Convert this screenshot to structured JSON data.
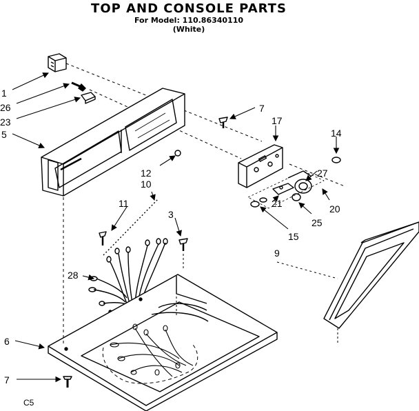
{
  "header": {
    "title": "TOP AND CONSOLE PARTS",
    "model_line": "For Model: 110.86340110",
    "color_line": "(White)"
  },
  "callouts": [
    {
      "id": "c1",
      "label": "1"
    },
    {
      "id": "c26",
      "label": "26"
    },
    {
      "id": "c23",
      "label": "23"
    },
    {
      "id": "c5",
      "label": "5"
    },
    {
      "id": "c7a",
      "label": "7"
    },
    {
      "id": "c17",
      "label": "17"
    },
    {
      "id": "c14",
      "label": "14"
    },
    {
      "id": "c12",
      "label": "12"
    },
    {
      "id": "c10",
      "label": "10"
    },
    {
      "id": "c27",
      "label": "27"
    },
    {
      "id": "c11",
      "label": "11"
    },
    {
      "id": "c3",
      "label": "3"
    },
    {
      "id": "c21",
      "label": "21"
    },
    {
      "id": "c20",
      "label": "20"
    },
    {
      "id": "c25",
      "label": "25"
    },
    {
      "id": "c15",
      "label": "15"
    },
    {
      "id": "c9",
      "label": "9"
    },
    {
      "id": "c28",
      "label": "28"
    },
    {
      "id": "c6",
      "label": "6"
    },
    {
      "id": "c7b",
      "label": "7"
    }
  ],
  "footer_code": "C5"
}
